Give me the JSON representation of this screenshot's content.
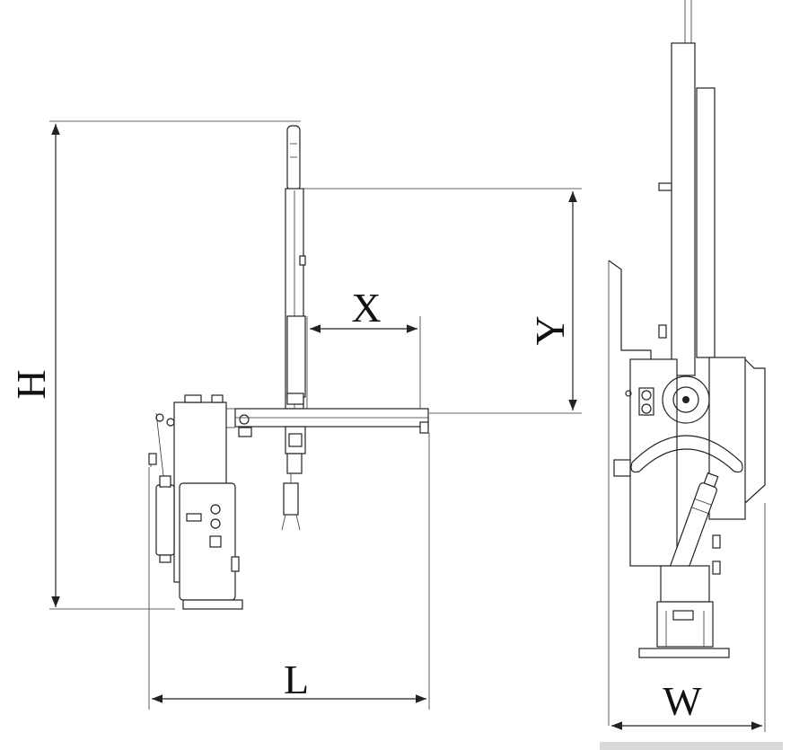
{
  "dimensions": {
    "height_label": "H",
    "length_label": "L",
    "stroke_x_label": "X",
    "stroke_y_label": "Y",
    "width_label": "W"
  },
  "colors": {
    "line": "#222222",
    "background": "#ffffff",
    "footer_bar": "#d9d9d9"
  }
}
